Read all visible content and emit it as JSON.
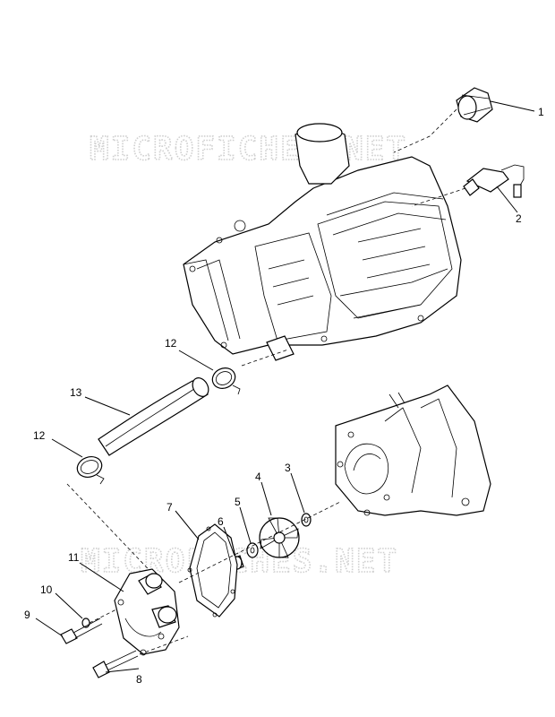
{
  "watermark": "MICROFICHES.NET",
  "callouts": [
    {
      "id": "1",
      "label": "1"
    },
    {
      "id": "2",
      "label": "2"
    },
    {
      "id": "3",
      "label": "3"
    },
    {
      "id": "4",
      "label": "4"
    },
    {
      "id": "5",
      "label": "5"
    },
    {
      "id": "6",
      "label": "6"
    },
    {
      "id": "7",
      "label": "7"
    },
    {
      "id": "8",
      "label": "8"
    },
    {
      "id": "9",
      "label": "9"
    },
    {
      "id": "10",
      "label": "10"
    },
    {
      "id": "11",
      "label": "11"
    },
    {
      "id": "12a",
      "label": "12"
    },
    {
      "id": "12b",
      "label": "12"
    },
    {
      "id": "13",
      "label": "13"
    }
  ],
  "colors": {
    "line": "#000000",
    "watermark": "#cfcfcf"
  }
}
